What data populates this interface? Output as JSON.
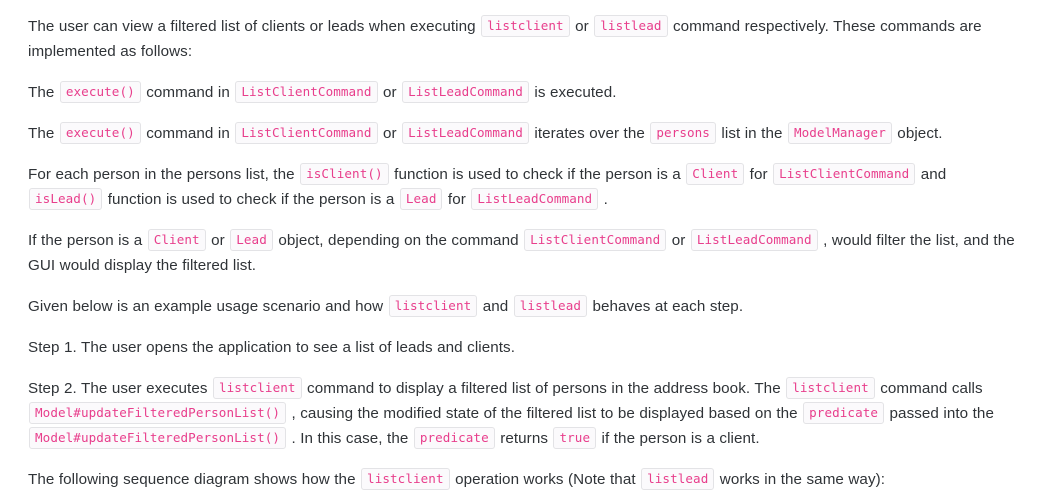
{
  "document": {
    "theme": {
      "background": "#ffffff",
      "text_color": "#2f3337",
      "code_text_color": "#e83e8c",
      "code_background": "#fbfafc",
      "code_border": "#e3e3e6"
    },
    "paragraphs": [
      {
        "id": "intro",
        "runs": [
          {
            "type": "text",
            "value": "The user can view a filtered list of clients or leads when executing "
          },
          {
            "type": "code",
            "value": "listclient"
          },
          {
            "type": "text",
            "value": " or "
          },
          {
            "type": "code",
            "value": "listlead"
          },
          {
            "type": "text",
            "value": " command respectively. These commands are implemented as follows:"
          }
        ]
      },
      {
        "id": "step-execute-1",
        "runs": [
          {
            "type": "text",
            "value": "The "
          },
          {
            "type": "code",
            "value": "execute()"
          },
          {
            "type": "text",
            "value": " command in "
          },
          {
            "type": "code",
            "value": "ListClientCommand"
          },
          {
            "type": "text",
            "value": " or "
          },
          {
            "type": "code",
            "value": "ListLeadCommand"
          },
          {
            "type": "text",
            "value": " is executed."
          }
        ]
      },
      {
        "id": "step-execute-2",
        "runs": [
          {
            "type": "text",
            "value": "The "
          },
          {
            "type": "code",
            "value": "execute()"
          },
          {
            "type": "text",
            "value": " command in "
          },
          {
            "type": "code",
            "value": "ListClientCommand"
          },
          {
            "type": "text",
            "value": " or "
          },
          {
            "type": "code",
            "value": "ListLeadCommand"
          },
          {
            "type": "text",
            "value": " iterates over the "
          },
          {
            "type": "code",
            "value": "persons"
          },
          {
            "type": "text",
            "value": " list in the "
          },
          {
            "type": "code",
            "value": "ModelManager"
          },
          {
            "type": "text",
            "value": " object."
          }
        ]
      },
      {
        "id": "step-isclient-islead",
        "runs": [
          {
            "type": "text",
            "value": "For each person in the persons list, the "
          },
          {
            "type": "code",
            "value": "isClient()"
          },
          {
            "type": "text",
            "value": " function is used to check if the person is a "
          },
          {
            "type": "code",
            "value": "Client"
          },
          {
            "type": "text",
            "value": " for "
          },
          {
            "type": "code",
            "value": "ListClientCommand"
          },
          {
            "type": "text",
            "value": " and "
          },
          {
            "type": "code",
            "value": "isLead()"
          },
          {
            "type": "text",
            "value": " function is used to check if the person is a "
          },
          {
            "type": "code",
            "value": "Lead"
          },
          {
            "type": "text",
            "value": " for "
          },
          {
            "type": "code",
            "value": "ListLeadCommand"
          },
          {
            "type": "text",
            "value": " ."
          }
        ]
      },
      {
        "id": "step-filter-gui",
        "runs": [
          {
            "type": "text",
            "value": "If the person is a "
          },
          {
            "type": "code",
            "value": "Client"
          },
          {
            "type": "text",
            "value": " or "
          },
          {
            "type": "code",
            "value": "Lead"
          },
          {
            "type": "text",
            "value": " object, depending on the command "
          },
          {
            "type": "code",
            "value": "ListClientCommand"
          },
          {
            "type": "text",
            "value": " or "
          },
          {
            "type": "code",
            "value": "ListLeadCommand"
          },
          {
            "type": "text",
            "value": " , would filter the list, and the GUI would display the filtered list."
          }
        ]
      },
      {
        "id": "scenario-intro",
        "runs": [
          {
            "type": "text",
            "value": "Given below is an example usage scenario and how "
          },
          {
            "type": "code",
            "value": "listclient"
          },
          {
            "type": "text",
            "value": " and "
          },
          {
            "type": "code",
            "value": "listlead"
          },
          {
            "type": "text",
            "value": " behaves at each step."
          }
        ]
      },
      {
        "id": "scenario-step-1",
        "runs": [
          {
            "type": "text",
            "value": "Step 1. The user opens the application to see a list of leads and clients."
          }
        ]
      },
      {
        "id": "scenario-step-2",
        "runs": [
          {
            "type": "text",
            "value": "Step 2. The user executes "
          },
          {
            "type": "code",
            "value": "listclient"
          },
          {
            "type": "text",
            "value": " command to display a filtered list of persons in the address book. The "
          },
          {
            "type": "code",
            "value": "listclient"
          },
          {
            "type": "text",
            "value": " command calls "
          },
          {
            "type": "code",
            "value": "Model#updateFilteredPersonList()"
          },
          {
            "type": "text",
            "value": " , causing the modified state of the filtered list to be displayed based on the "
          },
          {
            "type": "code",
            "value": "predicate"
          },
          {
            "type": "text",
            "value": " passed into the "
          },
          {
            "type": "code",
            "value": "Model#updateFilteredPersonList()"
          },
          {
            "type": "text",
            "value": " . In this case, the "
          },
          {
            "type": "code",
            "value": "predicate"
          },
          {
            "type": "text",
            "value": " returns "
          },
          {
            "type": "code",
            "value": "true"
          },
          {
            "type": "text",
            "value": " if the person is a client."
          }
        ]
      },
      {
        "id": "sequence-diagram-note",
        "runs": [
          {
            "type": "text",
            "value": "The following sequence diagram shows how the "
          },
          {
            "type": "code",
            "value": "listclient"
          },
          {
            "type": "text",
            "value": " operation works (Note that "
          },
          {
            "type": "code",
            "value": "listlead"
          },
          {
            "type": "text",
            "value": " works in the same way):"
          }
        ]
      }
    ]
  }
}
